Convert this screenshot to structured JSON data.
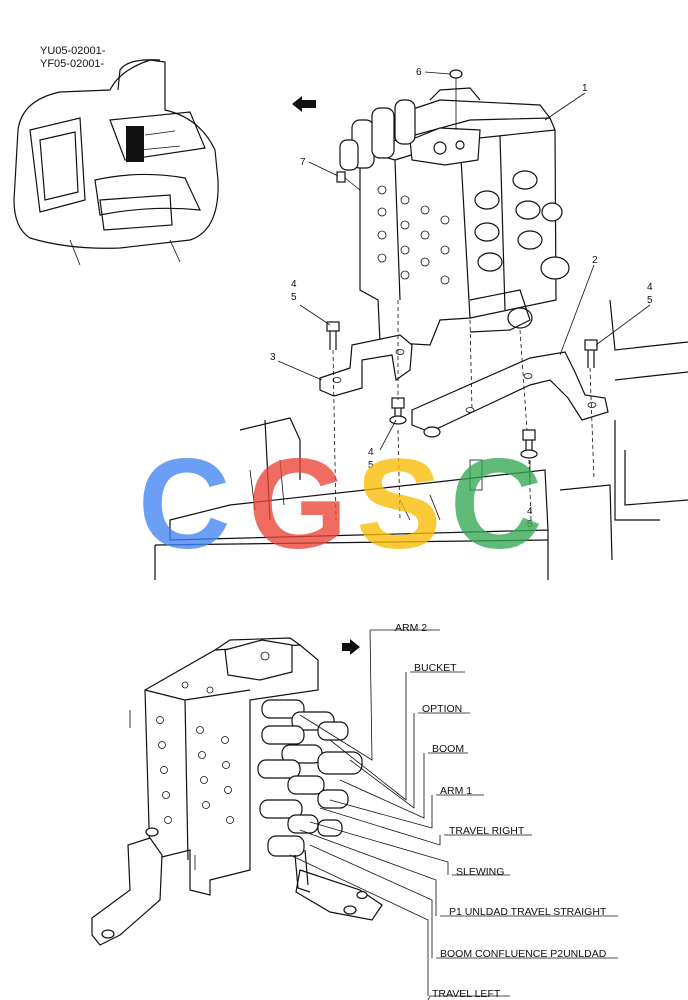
{
  "model_codes": [
    "YU05-02001-",
    "YF05-02001-"
  ],
  "part_numbers": {
    "p1": "1",
    "p2": "2",
    "p3": "3",
    "p4a": "4",
    "p5a": "5",
    "p4b": "4",
    "p5b": "5",
    "p4c": "4",
    "p5c": "5",
    "p4d": "4",
    "p5d": "5",
    "p6": "6",
    "p7": "7"
  },
  "watermark": {
    "letters": [
      "C",
      "G",
      "S",
      "C"
    ],
    "colors": [
      "#4285F4",
      "#EA4335",
      "#FBBC05",
      "#34A853"
    ]
  },
  "spool_labels": [
    "ARM 2",
    "BUCKET",
    "OPTION",
    "BOOM",
    "ARM 1",
    "TRAVEL RIGHT",
    "SLEWING",
    "P1 UNLDAD TRAVEL STRAIGHT",
    "BOOM CONFLUENCE P2UNLDAD",
    "TRAVEL LEFT"
  ],
  "icons": [
    "arrow-left-icon",
    "arrow-right-icon"
  ]
}
